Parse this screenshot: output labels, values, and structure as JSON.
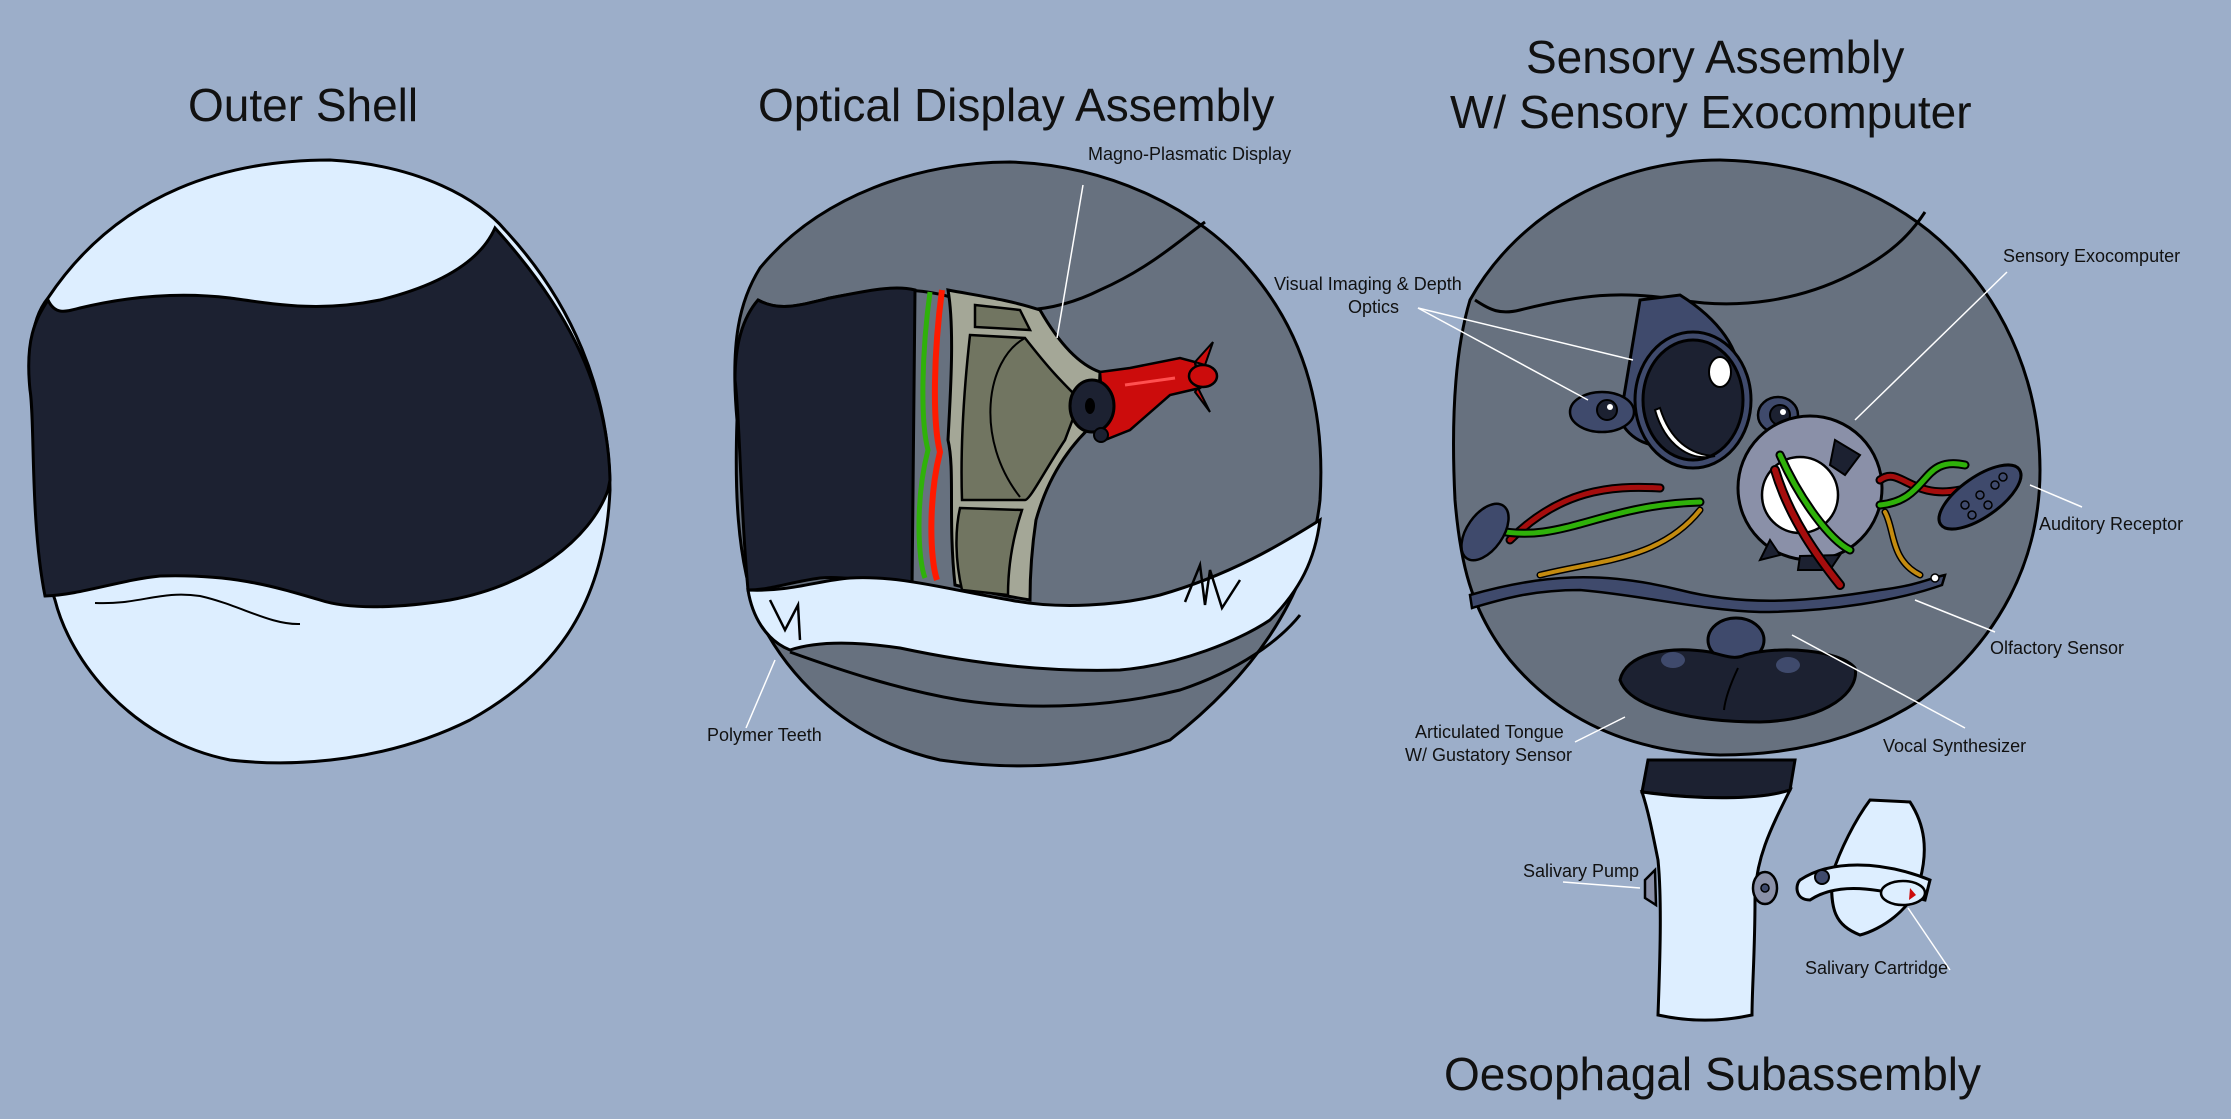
{
  "panels": {
    "outer_shell": {
      "title": "Outer Shell"
    },
    "optical_display": {
      "title": "Optical Display Assembly",
      "labels": {
        "display": "Magno-Plasmatic Display",
        "teeth": "Polymer Teeth"
      }
    },
    "sensory": {
      "title_line1": "Sensory Assembly",
      "title_line2": "W/ Sensory Exocomputer",
      "labels": {
        "optics_line1": "Visual Imaging &  Depth",
        "optics_line2": "Optics",
        "exocomputer": "Sensory Exocomputer",
        "auditory": "Auditory Receptor",
        "olfactory": "Olfactory Sensor",
        "vocal": "Vocal Synthesizer",
        "tongue_line1": "Articulated Tongue",
        "tongue_line2": "W/ Gustatory Sensor"
      }
    },
    "oesophagal": {
      "title": "Oesophagal Subassembly",
      "labels": {
        "pump": "Salivary Pump",
        "cartridge": "Salivary Cartridge"
      }
    }
  },
  "colors": {
    "background": "#9caec9",
    "shell_white": "#ddeeff",
    "visor_dark": "#1c2131",
    "interior_gray": "#67717f",
    "frame_beige": "#a4a797",
    "panel_olive": "#717561",
    "wire_red": "#a50d0d",
    "wire_green": "#2fb10a",
    "wire_orange": "#c48b10",
    "component_blue": "#3f4a6c",
    "exocomputer_gray": "#8a90a8",
    "projector_red": "#cc0c0c"
  }
}
